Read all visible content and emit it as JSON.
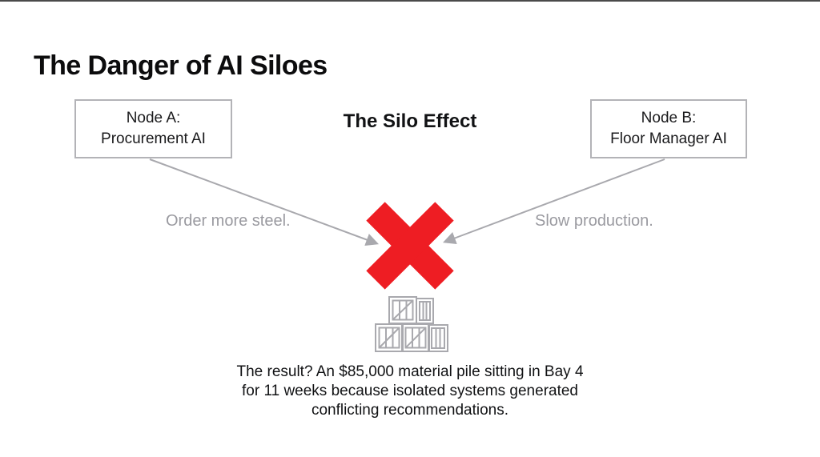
{
  "slide": {
    "title": "The Danger of AI Siloes",
    "subtitle": "The Silo Effect"
  },
  "node_a": {
    "title": "Node A:",
    "subtitle": "Procurement AI",
    "message": "Order more steel."
  },
  "node_b": {
    "title": "Node B:",
    "subtitle": "Floor Manager AI",
    "message": "Slow production."
  },
  "icons": {
    "conflict": "red-x-icon",
    "material_pile": "crates-icon",
    "arrows": "gray-connector-arrows"
  },
  "result": {
    "lines": [
      "The result? An $85,000 material pile sitting in Bay 4",
      "for 11 weeks because isolated systems generated",
      "conflicting recommendations."
    ]
  },
  "colors": {
    "danger_red": "#EE1D23",
    "connector_gray": "#A9A9AE",
    "muted_text_gray": "#9A9AA0",
    "box_border_gray": "#B3B3B7",
    "text_black": "#111214",
    "background": "#FFFFFF"
  }
}
